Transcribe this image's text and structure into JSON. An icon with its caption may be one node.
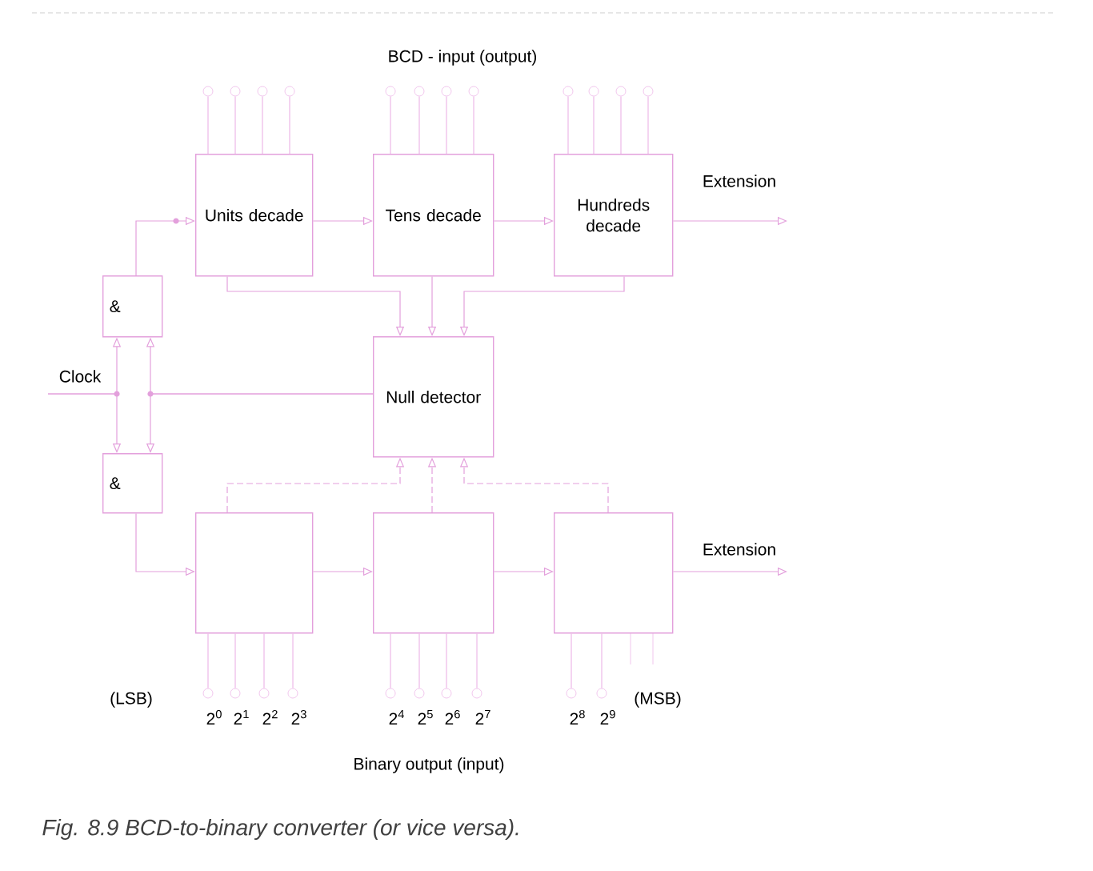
{
  "diagram": {
    "caption": "Fig. 8.9 BCD-to-binary converter (or vice versa).",
    "nodes": [
      {
        "text": [
          "Units decade"
        ]
      },
      {
        "text": [
          "Tens decade"
        ]
      },
      {
        "text": [
          "Hundreds decade"
        ]
      },
      {
        "text": [
          "&"
        ]
      },
      {
        "text": [
          "Null detector"
        ]
      },
      {
        "text": [
          "&"
        ]
      },
      {
        "text": [],
        "shape": "box"
      },
      {
        "text": [],
        "shape": "box"
      },
      {
        "text": [],
        "shape": "box"
      },
      {
        "text": [],
        "shape": "circle"
      },
      {
        "text": [],
        "shape": "circle"
      },
      {
        "text": [],
        "shape": "circle"
      },
      {
        "text": [],
        "shape": "circle"
      },
      {
        "text": [],
        "shape": "circle"
      },
      {
        "text": [],
        "shape": "circle"
      },
      {
        "text": [],
        "shape": "circle"
      },
      {
        "text": [],
        "shape": "circle"
      },
      {
        "text": [],
        "shape": "circle"
      },
      {
        "text": [],
        "shape": "circle"
      },
      {
        "text": [],
        "shape": "circle"
      },
      {
        "text": [],
        "shape": "circle"
      },
      {
        "text": [],
        "shape": "circle",
        "beside": [
          "2$^{0}$"
        ]
      },
      {
        "text": [],
        "shape": "circle",
        "beside": [
          "2$^{1}$"
        ]
      },
      {
        "text": [],
        "shape": "circle",
        "beside": [
          "2$^{2}$"
        ]
      },
      {
        "text": [],
        "shape": "circle",
        "beside": [
          "2$^{3}$"
        ]
      },
      {
        "text": [],
        "shape": "circle",
        "beside": [
          "2$^{4}$"
        ]
      },
      {
        "text": [],
        "shape": "circle",
        "beside": [
          "2$^{5}$"
        ]
      },
      {
        "text": [],
        "shape": "circle",
        "beside": [
          "2$^{6}$"
        ]
      },
      {
        "text": [],
        "shape": "circle",
        "beside": [
          "2$^{7}$"
        ]
      },
      {
        "text": [],
        "shape": "circle",
        "beside": [
          "2$^{8}$"
        ]
      },
      {
        "text": [],
        "shape": "circle",
        "beside": [
          "2$^{9}$"
        ]
      }
    ],
    "edges": [
      {
        "from": 3,
        "to": 0,
        "arrow": "to"
      },
      {
        "from": 0,
        "to": 1,
        "arrow": "to"
      },
      {
        "from": 1,
        "to": 2,
        "arrow": "to"
      },
      {
        "from": 2,
        "to": null,
        "arrow": "to",
        "label": "Extension"
      },
      {
        "from": 0,
        "to": 4,
        "arrow": "to"
      },
      {
        "from": 1,
        "to": 4,
        "arrow": "to"
      },
      {
        "from": 2,
        "to": 4,
        "arrow": "to"
      },
      {
        "from": 4,
        "to": 3,
        "arrow": "to"
      },
      {
        "from": 4,
        "to": 5,
        "arrow": "to"
      },
      {
        "from": null,
        "to": 3,
        "arrow": "to",
        "label": "Clock"
      },
      {
        "from": null,
        "to": 5,
        "arrow": "to"
      },
      {
        "from": 5,
        "to": 6,
        "arrow": "to"
      },
      {
        "from": 6,
        "to": 7,
        "arrow": "to"
      },
      {
        "from": 7,
        "to": 8,
        "arrow": "to"
      },
      {
        "from": 8,
        "to": null,
        "arrow": "to",
        "label": "Extension"
      },
      {
        "from": 6,
        "to": 4,
        "arrow": "to",
        "style": "dashed"
      },
      {
        "from": 7,
        "to": 4,
        "arrow": "to",
        "style": "dashed"
      },
      {
        "from": 8,
        "to": 4,
        "arrow": "to",
        "style": "dashed"
      },
      {
        "from": 9,
        "to": 0,
        "arrow": "none"
      },
      {
        "from": 10,
        "to": 0,
        "arrow": "none"
      },
      {
        "from": 11,
        "to": 0,
        "arrow": "none"
      },
      {
        "from": 12,
        "to": 0,
        "arrow": "none"
      },
      {
        "from": 13,
        "to": 1,
        "arrow": "none"
      },
      {
        "from": 14,
        "to": 1,
        "arrow": "none"
      },
      {
        "from": 15,
        "to": 1,
        "arrow": "none"
      },
      {
        "from": 16,
        "to": 1,
        "arrow": "none"
      },
      {
        "from": 17,
        "to": 2,
        "arrow": "none"
      },
      {
        "from": 18,
        "to": 2,
        "arrow": "none"
      },
      {
        "from": 19,
        "to": 2,
        "arrow": "none"
      },
      {
        "from": 20,
        "to": 2,
        "arrow": "none"
      },
      {
        "from": 6,
        "to": 21,
        "arrow": "none"
      },
      {
        "from": 6,
        "to": 22,
        "arrow": "none"
      },
      {
        "from": 6,
        "to": 23,
        "arrow": "none"
      },
      {
        "from": 6,
        "to": 24,
        "arrow": "none"
      },
      {
        "from": 7,
        "to": 25,
        "arrow": "none"
      },
      {
        "from": 7,
        "to": 26,
        "arrow": "none"
      },
      {
        "from": 7,
        "to": 27,
        "arrow": "none"
      },
      {
        "from": 7,
        "to": 28,
        "arrow": "none"
      },
      {
        "from": 8,
        "to": 29,
        "arrow": "none"
      },
      {
        "from": 8,
        "to": 30,
        "arrow": "none"
      }
    ],
    "labels": [
      "BCD - input (output)",
      "(LSB)",
      "(MSB)",
      "Binary output (input)"
    ]
  }
}
